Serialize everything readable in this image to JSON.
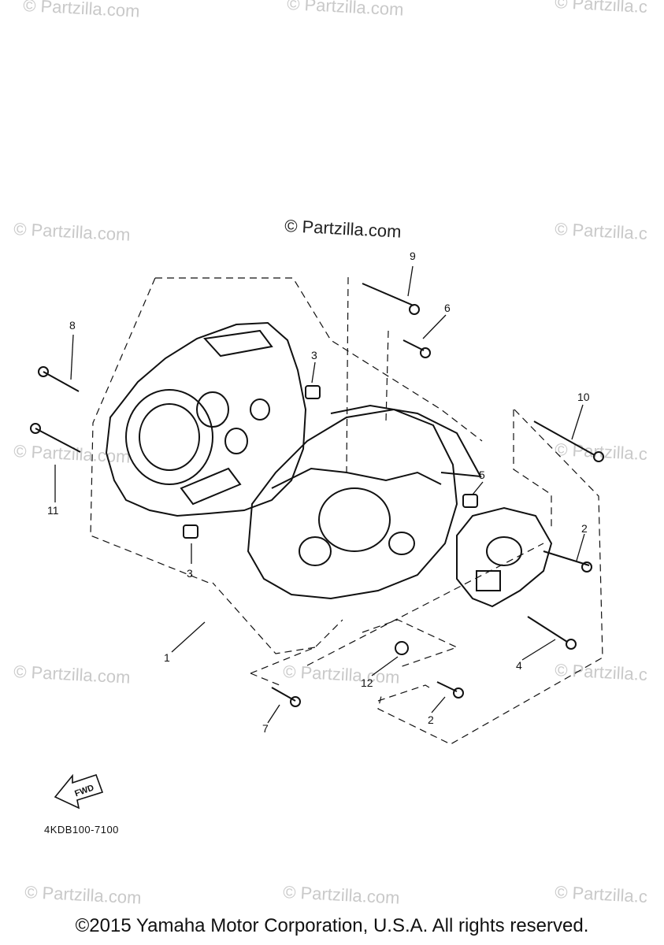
{
  "watermarks": [
    "© Partzilla.com",
    "© Partzilla.com",
    "© Partzilla.c",
    "© Partzilla.com",
    "© Partzilla.c",
    "© Partzilla.com",
    "© Partzilla.c",
    "© Partzilla.com",
    "© Partzilla.com",
    "© Partzilla.c",
    "© Partzilla.com",
    "© Partzilla.com",
    "© Partzilla.c"
  ],
  "center_watermark": "© Partzilla.com",
  "callouts": [
    "9",
    "6",
    "8",
    "3",
    "10",
    "11",
    "5",
    "2",
    "3",
    "1",
    "4",
    "12",
    "7",
    "2"
  ],
  "fwd_label": "FWD",
  "diagram_code": "4KDB100-7100",
  "copyright": "©2015 Yamaha Motor Corporation, U.S.A. All rights reserved."
}
